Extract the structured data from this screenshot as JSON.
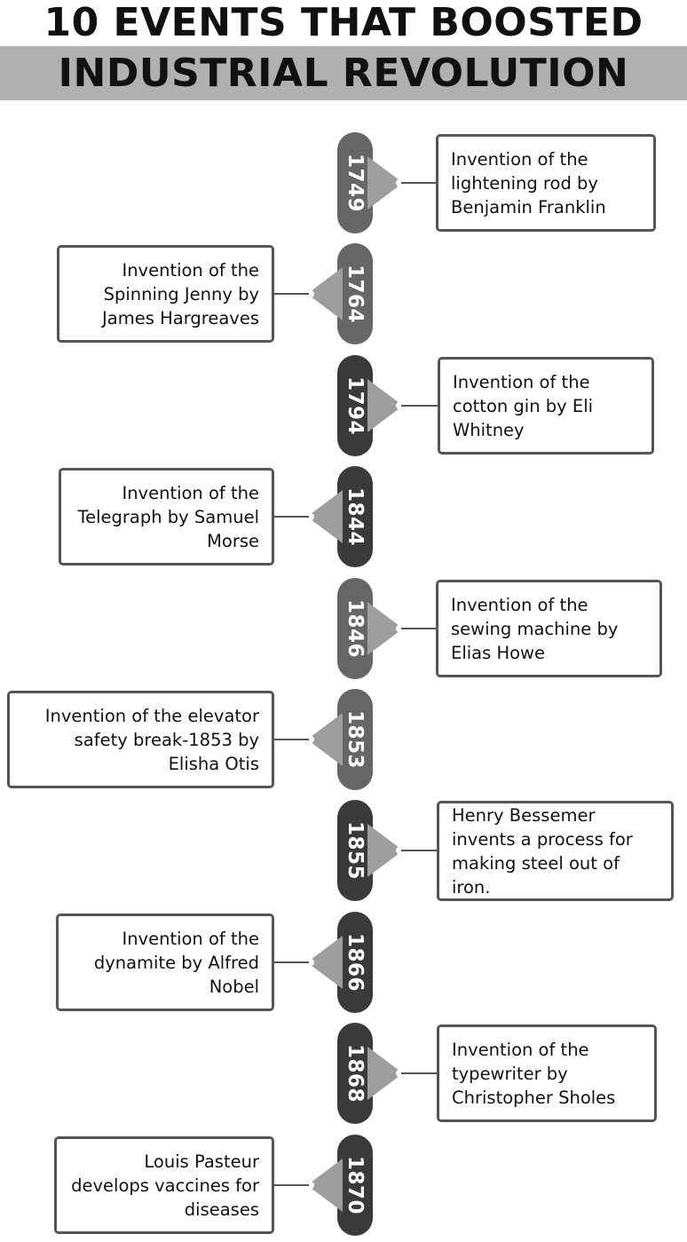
{
  "title": {
    "line1": "10 EVENTS THAT BOOSTED",
    "line2": "INDUSTRIAL REVOLUTION"
  },
  "events": [
    {
      "year": "1749",
      "side": "right",
      "text": "Invention of the lightening rod by Benjamin Franklin",
      "color": "#666666"
    },
    {
      "year": "1764",
      "side": "left",
      "text": "Invention of the Spinning Jenny by James Hargreaves",
      "color": "#666666"
    },
    {
      "year": "1794",
      "side": "right",
      "text": "Invention of the cotton gin by Eli Whitney",
      "color": "#3a3a3a"
    },
    {
      "year": "1844",
      "side": "left",
      "text": "Invention of the Telegraph by Samuel Morse",
      "color": "#3a3a3a"
    },
    {
      "year": "1846",
      "side": "right",
      "text": "Invention of the sewing machine by Elias Howe",
      "color": "#666666"
    },
    {
      "year": "1853",
      "side": "left",
      "text": "Invention of the elevator safety break-1853 by Elisha Otis",
      "color": "#666666"
    },
    {
      "year": "1855",
      "side": "right",
      "text": "Henry Bessemer invents a process for making steel out of iron.",
      "color": "#3a3a3a"
    },
    {
      "year": "1866",
      "side": "left",
      "text": "Invention of the dynamite by Alfred Nobel",
      "color": "#3a3a3a"
    },
    {
      "year": "1868",
      "side": "right",
      "text": "Invention of the typewriter by Christopher Sholes",
      "color": "#3a3a3a"
    },
    {
      "year": "1870",
      "side": "left",
      "text": "Louis Pasteur develops vaccines for diseases",
      "color": "#3a3a3a"
    }
  ]
}
